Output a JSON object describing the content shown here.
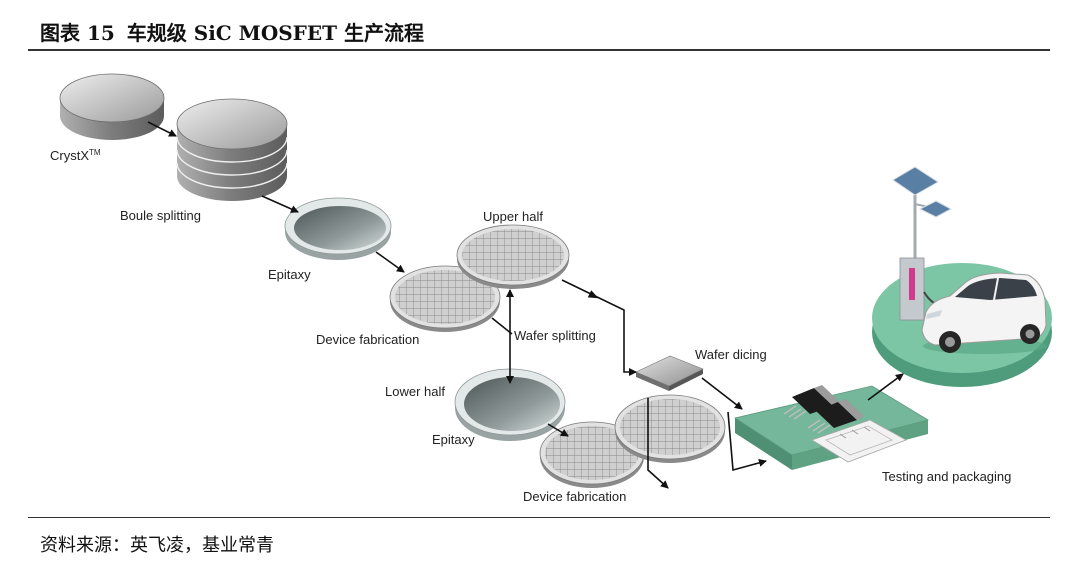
{
  "figure": {
    "number": "图表 15",
    "title": "车规级 SiC MOSFET 生产流程"
  },
  "diagram": {
    "labels": {
      "crystx": "CrystX",
      "crystx_tm": "TM",
      "boule_splitting": "Boule splitting",
      "epitaxy_1": "Epitaxy",
      "device_fabrication_1": "Device fabrication",
      "upper_half": "Upper half",
      "wafer_splitting": "Wafer splitting",
      "lower_half": "Lower half",
      "epitaxy_2": "Epitaxy",
      "device_fabrication_2": "Device fabrication",
      "wafer_dicing": "Wafer dicing",
      "testing_packaging": "Testing and packaging"
    }
  },
  "source": "资料来源：英飞凌，基业常青",
  "colors": {
    "board": "#74b79a",
    "platform": "#7cc6a6",
    "charger_accent": "#d13a8c",
    "solar_panel": "#5a7fa5"
  }
}
